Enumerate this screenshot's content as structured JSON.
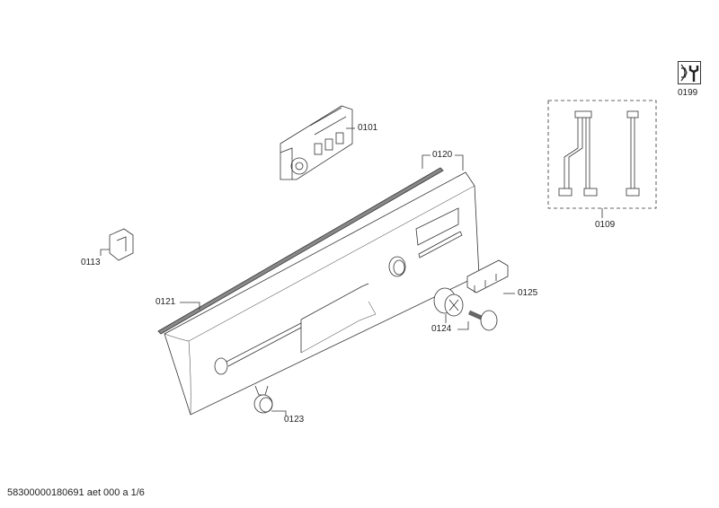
{
  "labels": {
    "p0101": "0101",
    "p0120": "0120",
    "p0109": "0109",
    "p0199": "0199",
    "p0113": "0113",
    "p0121": "0121",
    "p0125": "0125",
    "p0124": "0124",
    "p0123": "0123"
  },
  "footer": "58300000180691 aet 000 a 1/6",
  "icons": {
    "service": "wrench-nut-icon"
  }
}
